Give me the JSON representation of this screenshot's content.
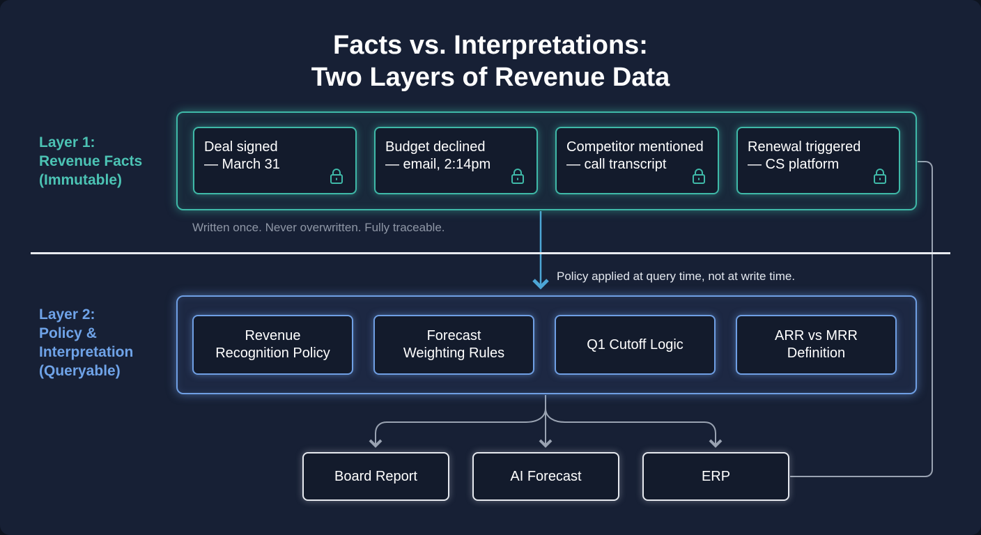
{
  "title": {
    "line1": "Facts vs. Interpretations:",
    "line2": "Two Layers of Revenue Data"
  },
  "layer1": {
    "label_line1": "Layer 1:",
    "label_line2": "Revenue Facts",
    "label_line3": "(Immutable)",
    "facts": [
      {
        "title": "Deal signed",
        "detail": "— March 31",
        "icon": "lock-icon"
      },
      {
        "title": "Budget declined",
        "detail": "— email, 2:14pm",
        "icon": "lock-icon"
      },
      {
        "title": "Competitor mentioned",
        "detail": "— call transcript",
        "icon": "lock-icon"
      },
      {
        "title": "Renewal triggered",
        "detail": "— CS platform",
        "icon": "lock-icon"
      }
    ],
    "note": "Written once. Never overwritten. Fully traceable."
  },
  "transition_note": "Policy applied at query time, not at write time.",
  "layer2": {
    "label_line1": "Layer 2:",
    "label_line2": "Policy &",
    "label_line3": "Interpretation",
    "label_line4": "(Queryable)",
    "policies": [
      {
        "line1": "Revenue",
        "line2": "Recognition Policy"
      },
      {
        "line1": "Forecast",
        "line2": "Weighting Rules"
      },
      {
        "line1": "Q1 Cutoff Logic",
        "line2": ""
      },
      {
        "line1": "ARR vs MRR",
        "line2": "Definition"
      }
    ]
  },
  "outputs": [
    {
      "label": "Board Report"
    },
    {
      "label": "AI Forecast"
    },
    {
      "label": "ERP"
    }
  ],
  "colors": {
    "facts_accent": "#3fb9a8",
    "policy_accent": "#6f9fe4",
    "output_border": "#e6e9ef",
    "background": "#172035"
  }
}
